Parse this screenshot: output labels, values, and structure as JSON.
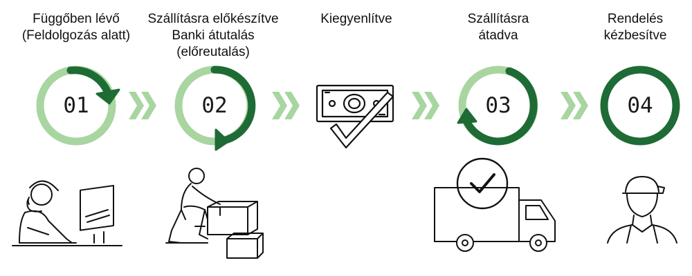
{
  "steps": [
    {
      "lines": [
        "Függőben lévő",
        "(Feldolgozás alatt)"
      ],
      "number": "01",
      "illustration": "worker-at-computer-icon"
    },
    {
      "lines": [
        "Szállításra előkészítve",
        "Banki átutalás",
        "(előreutalás)"
      ],
      "number": "02",
      "illustration": "worker-packing-boxes-icon"
    },
    {
      "lines": [
        "Kiegyenlítve"
      ],
      "number": "",
      "illustration": "banknote-check-icon"
    },
    {
      "lines": [
        "Szállításra",
        "átadva"
      ],
      "number": "03",
      "illustration": "delivery-truck-check-icon"
    },
    {
      "lines": [
        "Rendelés",
        "kézbesítve"
      ],
      "number": "04",
      "illustration": "courier-icon"
    }
  ],
  "colors": {
    "dark_green": "#1e6b35",
    "light_green": "#a8d5a0",
    "text": "#111111"
  }
}
